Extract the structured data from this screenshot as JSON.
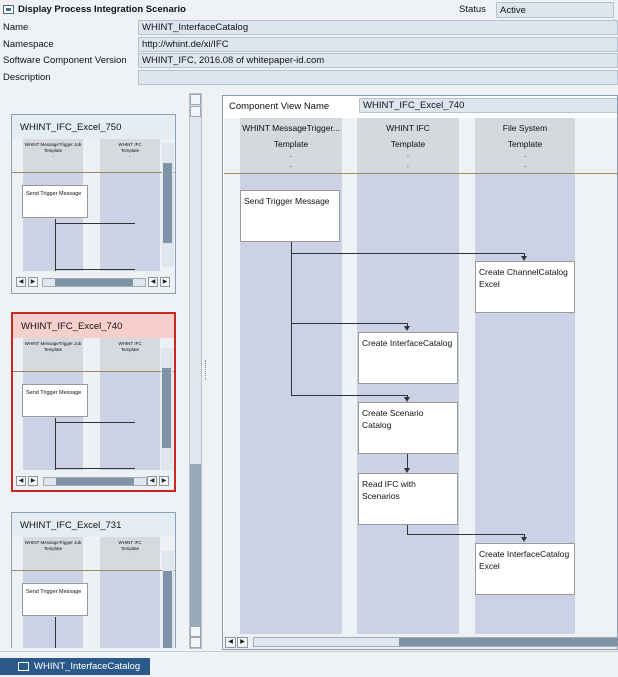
{
  "header": {
    "title": "Display Process Integration Scenario",
    "status_label": "Status",
    "status_value": "Active",
    "fields": [
      {
        "label": "Name",
        "value": "WHINT_InterfaceCatalog"
      },
      {
        "label": "Namespace",
        "value": "http://whint.de/xi/IFC"
      },
      {
        "label": "Software Component Version",
        "value": "WHINT_IFC, 2016.08 of whitepaper-id.com"
      },
      {
        "label": "Description",
        "value": ""
      }
    ]
  },
  "previews": [
    {
      "title": "WHINT_IFC_Excel_750",
      "lane1": "WHINT MessageTrigger Job",
      "lane2": "WHINT IFC",
      "lane_sub": "Template",
      "box": "Send Trigger Message"
    },
    {
      "title": "WHINT_IFC_Excel_740",
      "lane1": "WHINT MessageTrigger Job",
      "lane2": "WHINT IFC",
      "lane_sub": "Template",
      "box": "Send Trigger Message"
    },
    {
      "title": "WHINT_IFC_Excel_731",
      "lane1": "WHINT MessageTrigger Job",
      "lane2": "WHINT IFC",
      "lane_sub": "Template",
      "box": "Send Trigger Message"
    }
  ],
  "component_view": {
    "label": "Component View Name",
    "value": "WHINT_IFC_Excel_740",
    "lanes": [
      {
        "name": "WHINT MessageTrigger...",
        "sub": "Template"
      },
      {
        "name": "WHINT IFC",
        "sub": "Template"
      },
      {
        "name": "File System",
        "sub": "Template"
      }
    ],
    "actions": {
      "send": "Send Trigger Message",
      "create_channel": "Create ChannelCatalog Excel",
      "create_interface": "Create InterfaceCatalog",
      "create_scenario": "Create Scenario Catalog",
      "read_ifc": "Read IFC with Scenarios",
      "create_interface_excel": "Create InterfaceCatalog Excel"
    }
  },
  "bottom_tab": "WHINT_InterfaceCatalog",
  "colors": {
    "accent": "#2b5a8a",
    "active_border": "#c8281e",
    "lane": "#ccd2e6"
  }
}
